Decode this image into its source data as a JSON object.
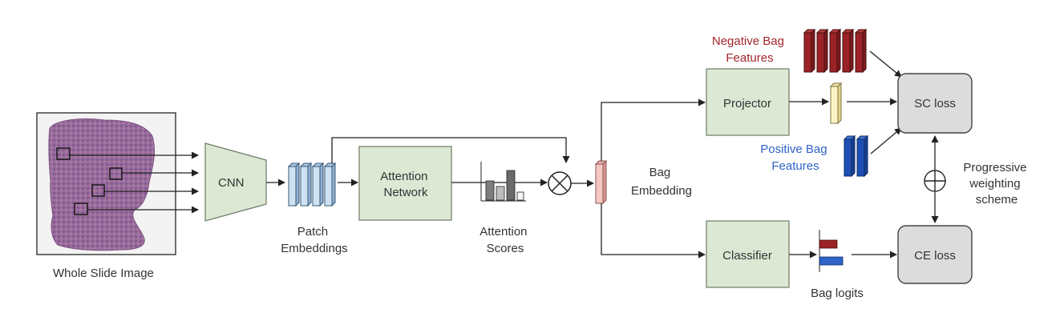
{
  "labels": {
    "wsi": "Whole  Slide Image",
    "cnn": "CNN",
    "patch_embeddings": [
      "Patch",
      "Embeddings"
    ],
    "attention_network": [
      "Attention",
      "Network"
    ],
    "attention_scores": [
      "Attention",
      "Scores"
    ],
    "bag_embedding": [
      "Bag",
      "Embedding"
    ],
    "projector": "Projector",
    "classifier": "Classifier",
    "negative_bag_features": [
      "Negative Bag",
      "Features"
    ],
    "positive_bag_features": [
      "Positive Bag",
      "Features"
    ],
    "sc_loss": "SC loss",
    "ce_loss": "CE loss",
    "bag_logits": "Bag logits",
    "progressive_weighting": [
      "Progressive",
      "weighting",
      "scheme"
    ]
  },
  "colors": {
    "box_fill": "#dce8d3",
    "loss_fill": "#dcdcdc",
    "negative": "#a3262a",
    "positive": "#2f63c7",
    "patch_embedding": "#cfe2f3",
    "bag_embedding": "#f4c7c3",
    "projected_feature": "#fdf3c4"
  },
  "icons": {
    "multiply": "circled-times-icon",
    "combine": "circled-plus-icon"
  }
}
